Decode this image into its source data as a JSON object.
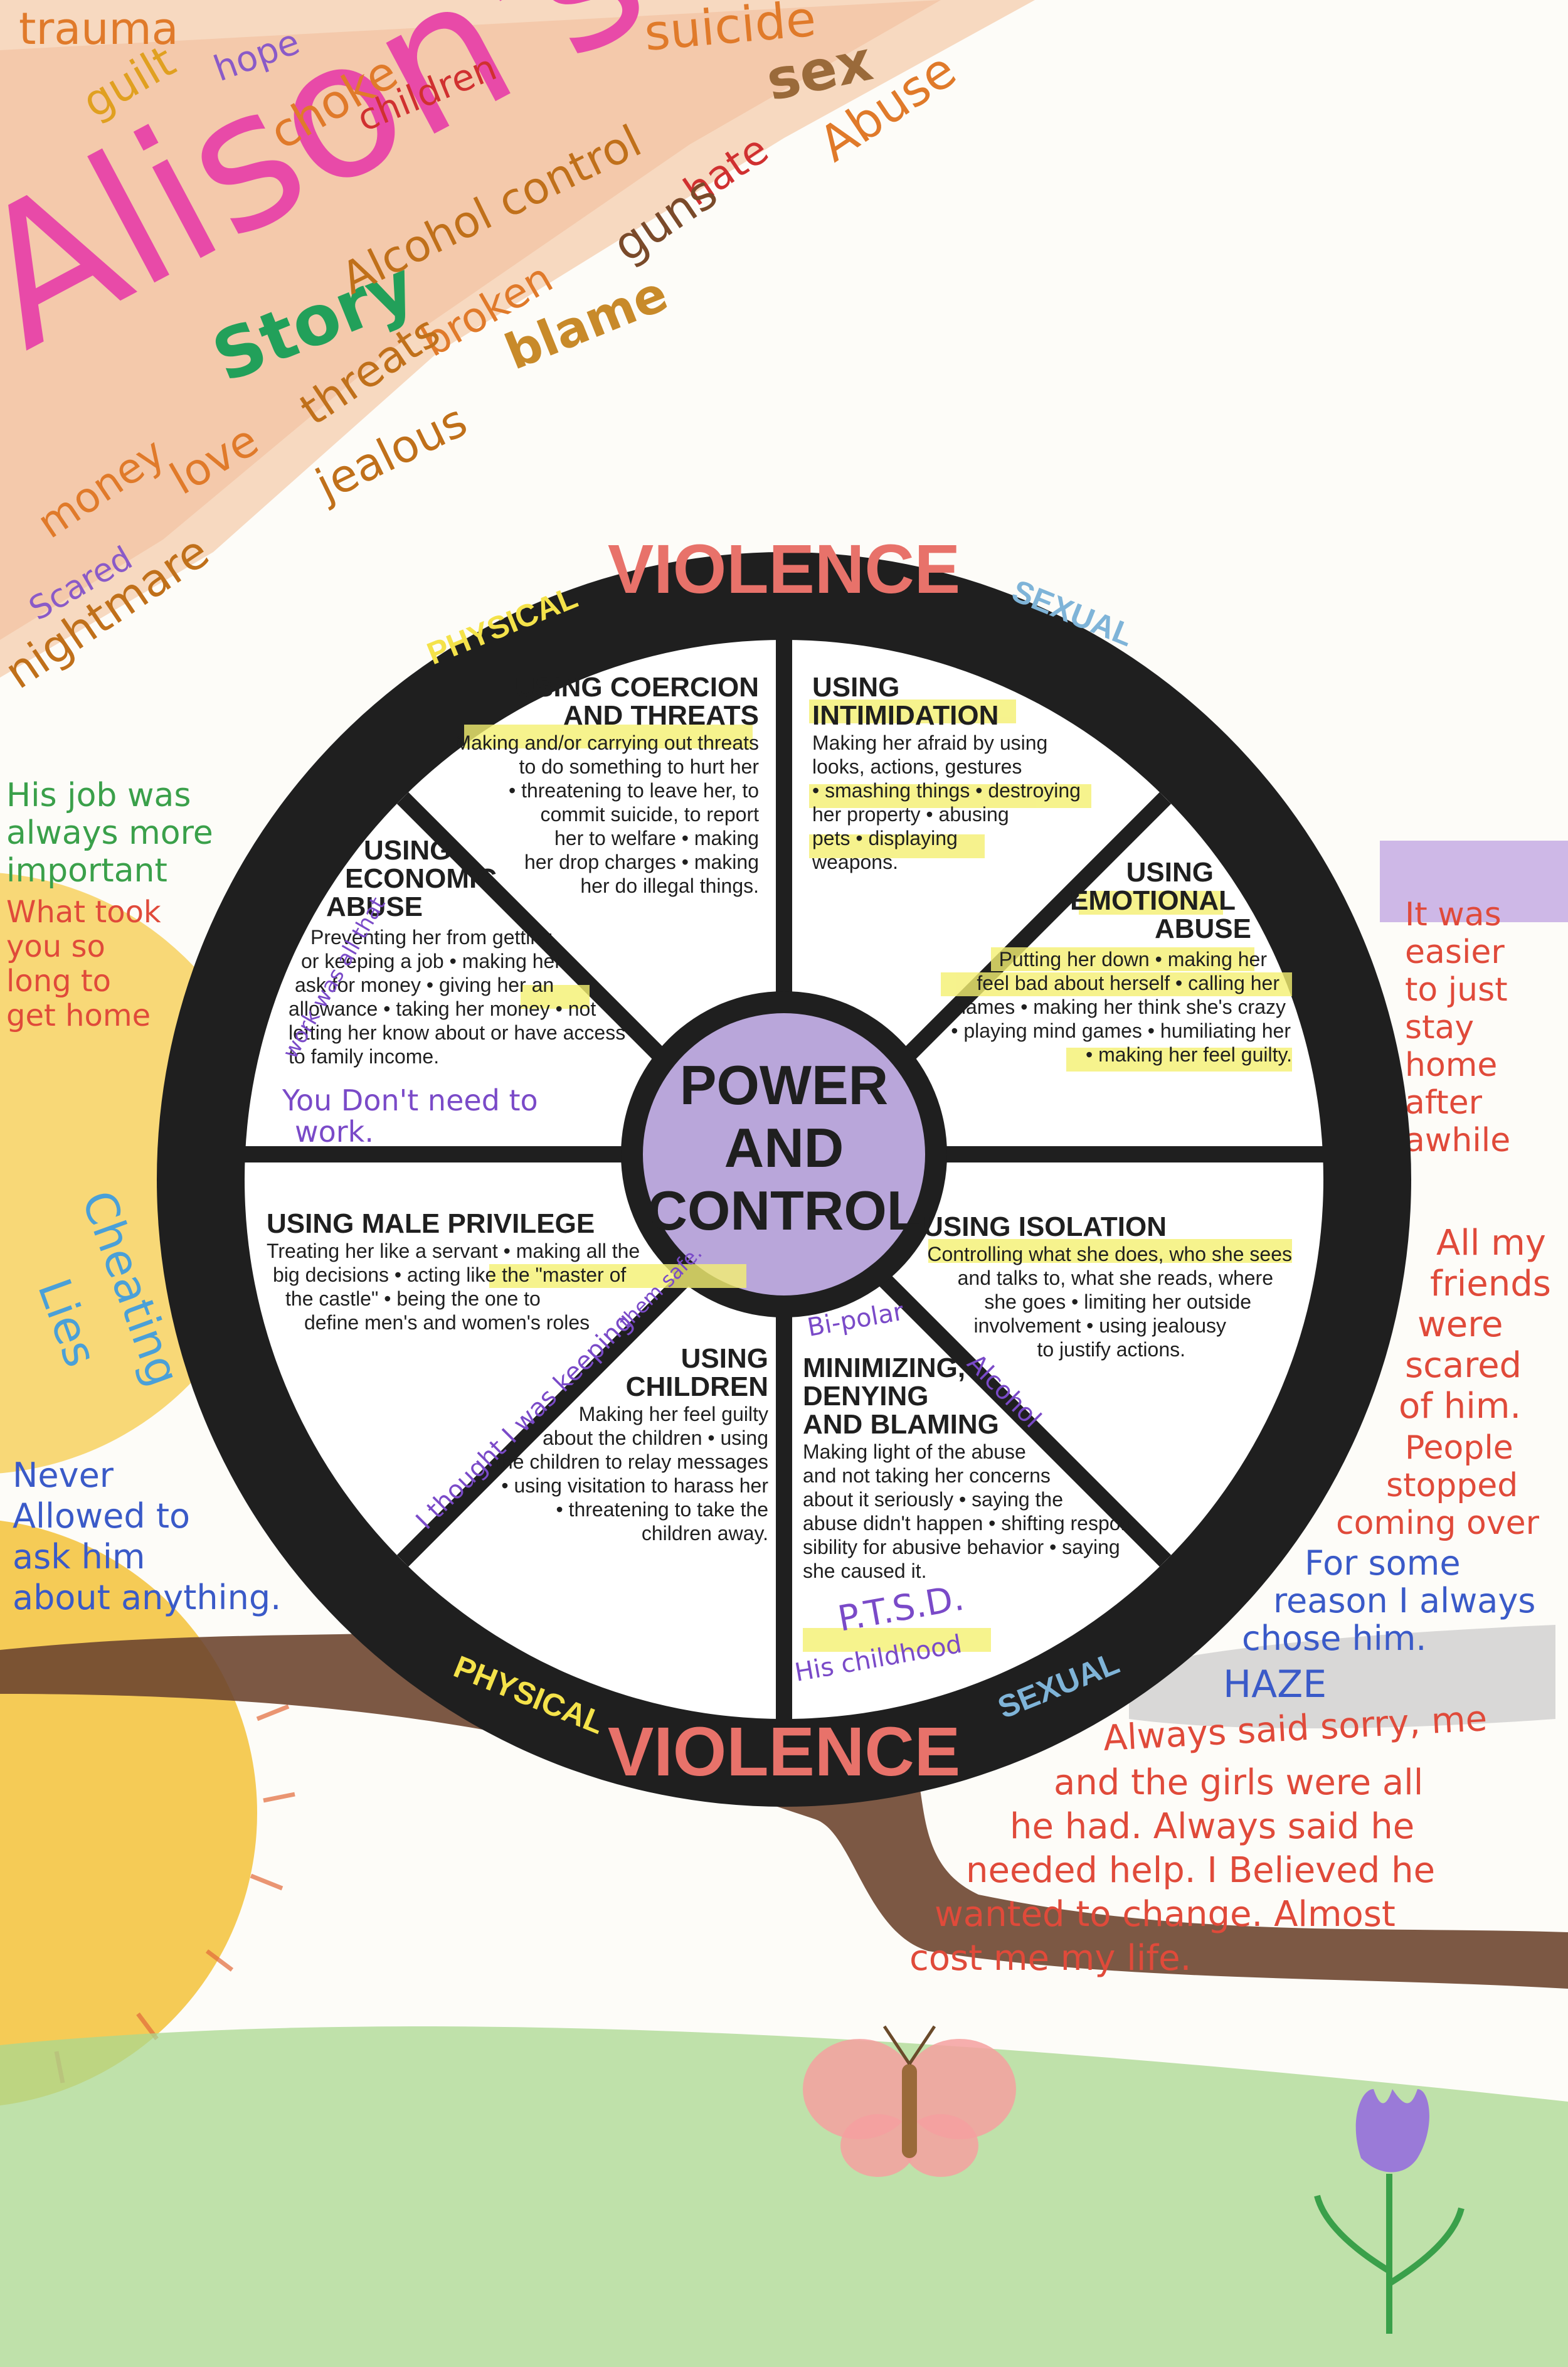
{
  "colors": {
    "paper": "#fdfcf8",
    "rim": "#1f1f1f",
    "hub": "#b9a6da",
    "highlight": "#f4f071",
    "sun": "#f3c23a",
    "grass": "#a9d890",
    "earth": "#6e4630",
    "orange_crayon": "#e9a86b",
    "violence_red": "#e8726a",
    "physical_yellow": "#f4e24a",
    "sexual_blue": "#7fb4d8"
  },
  "header": {
    "title_name": "Alison's",
    "title_story": "Story",
    "words": [
      "trauma",
      "guilt",
      "hope",
      "choke",
      "children",
      "suicide",
      "sex",
      "Abuse",
      "hate",
      "guns",
      "blame",
      "Alcohol control",
      "broken",
      "threats",
      "love",
      "jealous",
      "money",
      "Scared",
      "nightmare"
    ]
  },
  "wheel": {
    "outer_top_left": "PHYSICAL",
    "outer_top": "VIOLENCE",
    "outer_top_right": "SEXUAL",
    "outer_bottom_left": "PHYSICAL",
    "outer_bottom": "VIOLENCE",
    "outer_bottom_right": "SEXUAL",
    "hub": [
      "POWER",
      "AND",
      "CONTROL"
    ],
    "sections": {
      "coercion": {
        "title": [
          "USING COERCION",
          "AND THREATS"
        ],
        "body": [
          "Making and/or carrying out threats",
          "to do something to hurt her",
          "• threatening to leave her, to",
          "commit suicide, to report",
          "her to welfare • making",
          "her drop charges • making",
          "her do illegal things."
        ]
      },
      "intimidation": {
        "title": [
          "USING",
          "INTIMIDATION"
        ],
        "body": [
          "Making her afraid by using",
          "looks, actions, gestures",
          "• smashing things • destroying",
          "her property • abusing",
          "pets • displaying",
          "weapons."
        ]
      },
      "emotional": {
        "title": [
          "USING",
          "EMOTIONAL",
          "ABUSE"
        ],
        "body": [
          "Putting her down • making her",
          "feel bad about herself • calling her",
          "names • making her think she's crazy",
          "• playing mind games • humiliating her",
          "• making her feel guilty."
        ]
      },
      "isolation": {
        "title": [
          "USING ISOLATION"
        ],
        "body": [
          "Controlling what she does, who she sees",
          "and talks to, what she reads, where",
          "she goes • limiting her outside",
          "involvement • using jealousy",
          "to justify actions."
        ]
      },
      "minimizing": {
        "title": [
          "MINIMIZING,",
          "DENYING",
          "AND BLAMING"
        ],
        "body": [
          "Making light of the abuse",
          "and not taking her concerns",
          "about it seriously • saying the",
          "abuse didn't happen • shifting respon-",
          "sibility for abusive behavior • saying",
          "she caused it."
        ]
      },
      "children": {
        "title": [
          "USING",
          "CHILDREN"
        ],
        "body": [
          "Making her feel guilty",
          "about the children • using",
          "the children to relay messages",
          "• using visitation to harass her",
          "• threatening to take the",
          "children away."
        ]
      },
      "male_privilege": {
        "title": [
          "USING MALE PRIVILEGE"
        ],
        "body": [
          "Treating her like a servant • making all the",
          "big decisions • acting like the \"master of",
          "the castle\" • being the one to",
          "define men's and women's roles"
        ]
      },
      "economic": {
        "title": [
          "USING",
          "ECONOMIC",
          "ABUSE"
        ],
        "body": [
          "Preventing her from getting",
          "or keeping a job • making her",
          "ask for money • giving her an",
          "allowance • taking her money • not",
          "letting her know about or have access",
          "to family income."
        ]
      }
    },
    "annotations": {
      "economic_margin": "work was all that",
      "economic_note": [
        "You Don't need to",
        "work."
      ],
      "children_note": [
        "I thought I was keeping",
        "them safe."
      ],
      "bipolar": "Bi-polar",
      "alcohol": "Alcohol",
      "ptsd": "P.T.S.D.",
      "childhood": "His childhood"
    }
  },
  "notes": {
    "left_top": [
      "His job was",
      "always more",
      "important"
    ],
    "left_top_red": [
      "What took",
      "you so",
      "long to",
      "get home"
    ],
    "left_cheating": [
      "Cheating",
      "Lies"
    ],
    "left_bottom": [
      "Never",
      "Allowed to",
      "ask him",
      "about anything."
    ],
    "right_top": [
      "It was",
      "easier",
      "to just",
      "stay",
      "home",
      "after",
      "awhile"
    ],
    "right_mid": [
      "All my",
      "friends",
      "were",
      "scared",
      "of him.",
      "People",
      "stopped",
      "coming over"
    ],
    "right_blue": [
      "For some",
      "reason I always",
      "chose him."
    ],
    "haze": "HAZE",
    "bottom_red": [
      "Always said sorry, me",
      "and the girls were all",
      "he had. Always said he",
      "needed help. I Believed he",
      "wanted to change. Almost",
      "cost me my life."
    ]
  }
}
